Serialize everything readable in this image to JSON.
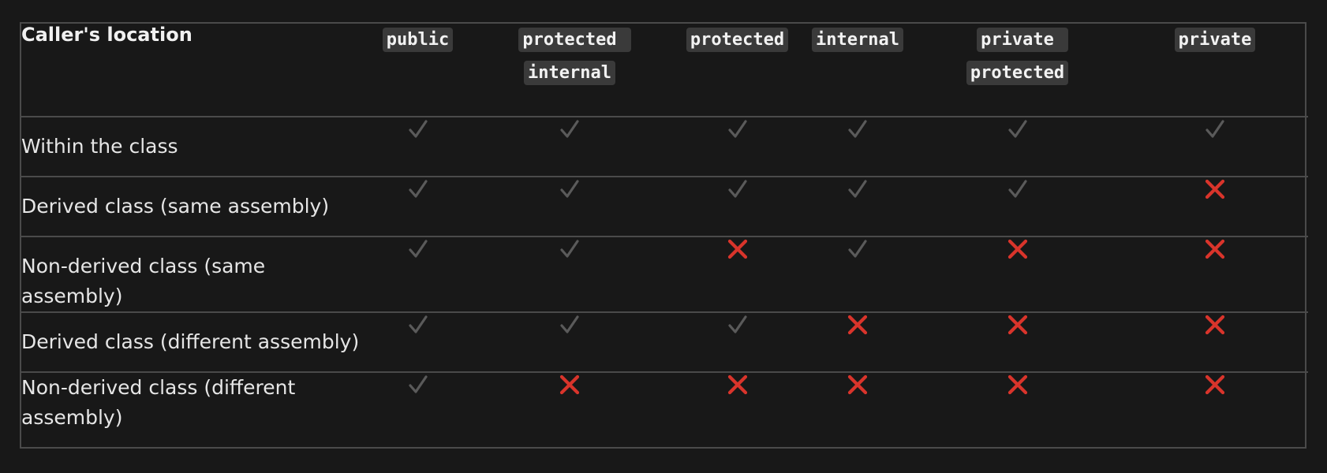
{
  "table": {
    "location_header": "Caller's location",
    "levels": [
      {
        "label": "public"
      },
      {
        "label": "protected internal"
      },
      {
        "label": "protected"
      },
      {
        "label": "internal"
      },
      {
        "label": "private protected"
      },
      {
        "label": "private"
      }
    ],
    "rows": [
      {
        "location": "Within the class",
        "access": [
          true,
          true,
          true,
          true,
          true,
          true
        ]
      },
      {
        "location": "Derived class (same assembly)",
        "access": [
          true,
          true,
          true,
          true,
          true,
          false
        ]
      },
      {
        "location": "Non-derived class (same assembly)",
        "access": [
          true,
          true,
          false,
          true,
          false,
          false
        ]
      },
      {
        "location": "Derived class (different assembly)",
        "access": [
          true,
          true,
          true,
          false,
          false,
          false
        ]
      },
      {
        "location": "Non-derived class (different assembly)",
        "access": [
          true,
          false,
          false,
          false,
          false,
          false
        ]
      }
    ]
  },
  "icons": {
    "allowed": "check-icon",
    "denied": "cross-icon"
  },
  "colors": {
    "background": "#181818",
    "border": "#4a4a4a",
    "check": "#5a5a5a",
    "cross": "#d9342b",
    "code_chip": "#3a3a3a"
  }
}
